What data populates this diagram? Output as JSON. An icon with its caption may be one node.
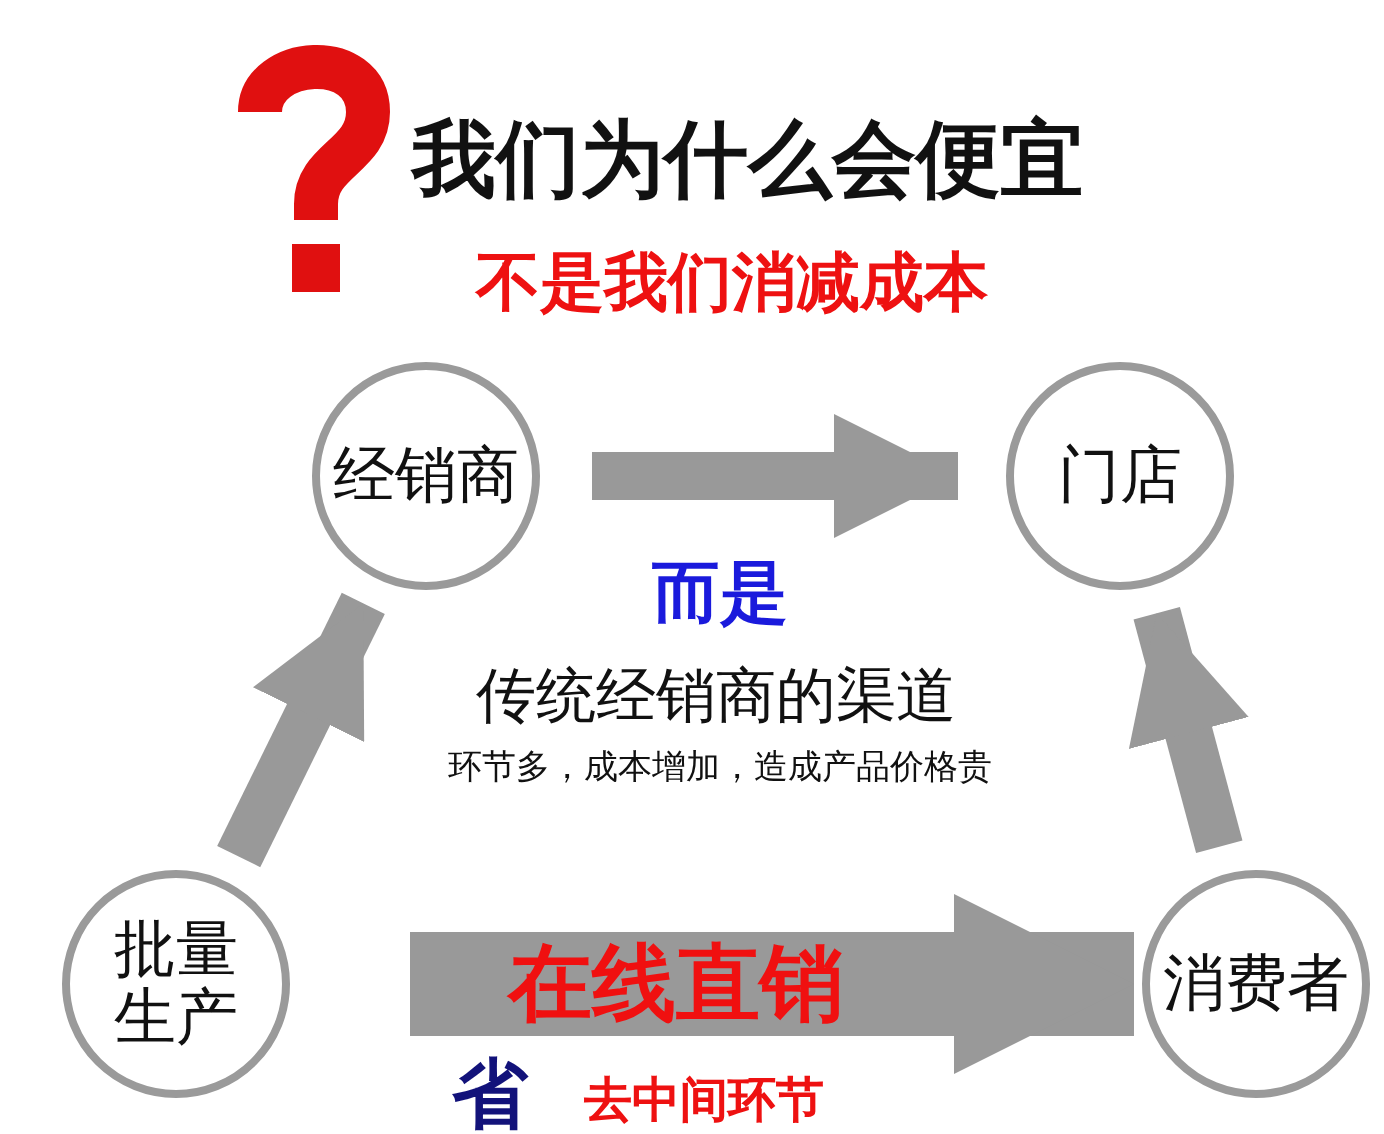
{
  "diagram": {
    "title": "我们为什么会便宜",
    "nodes": [
      {
        "text": [
          "经销商"
        ]
      },
      {
        "text": [
          "门店"
        ]
      },
      {
        "text": [
          "批量生产"
        ]
      },
      {
        "text": [
          "消费者"
        ]
      }
    ],
    "edges": [
      {
        "from": 2,
        "to": 0,
        "arrow": "to"
      },
      {
        "from": 0,
        "to": 1,
        "arrow": "to"
      },
      {
        "from": 3,
        "to": 1,
        "arrow": "to"
      },
      {
        "from": 2,
        "to": 3,
        "arrow": "to",
        "label": "在线直销",
        "style": "thick"
      }
    ],
    "labels": [
      "不是我们消减成本",
      "而是",
      "传统经销商的渠道",
      "环节多，成本增加，造成产品价格贵",
      "省",
      "去中间环节"
    ]
  }
}
